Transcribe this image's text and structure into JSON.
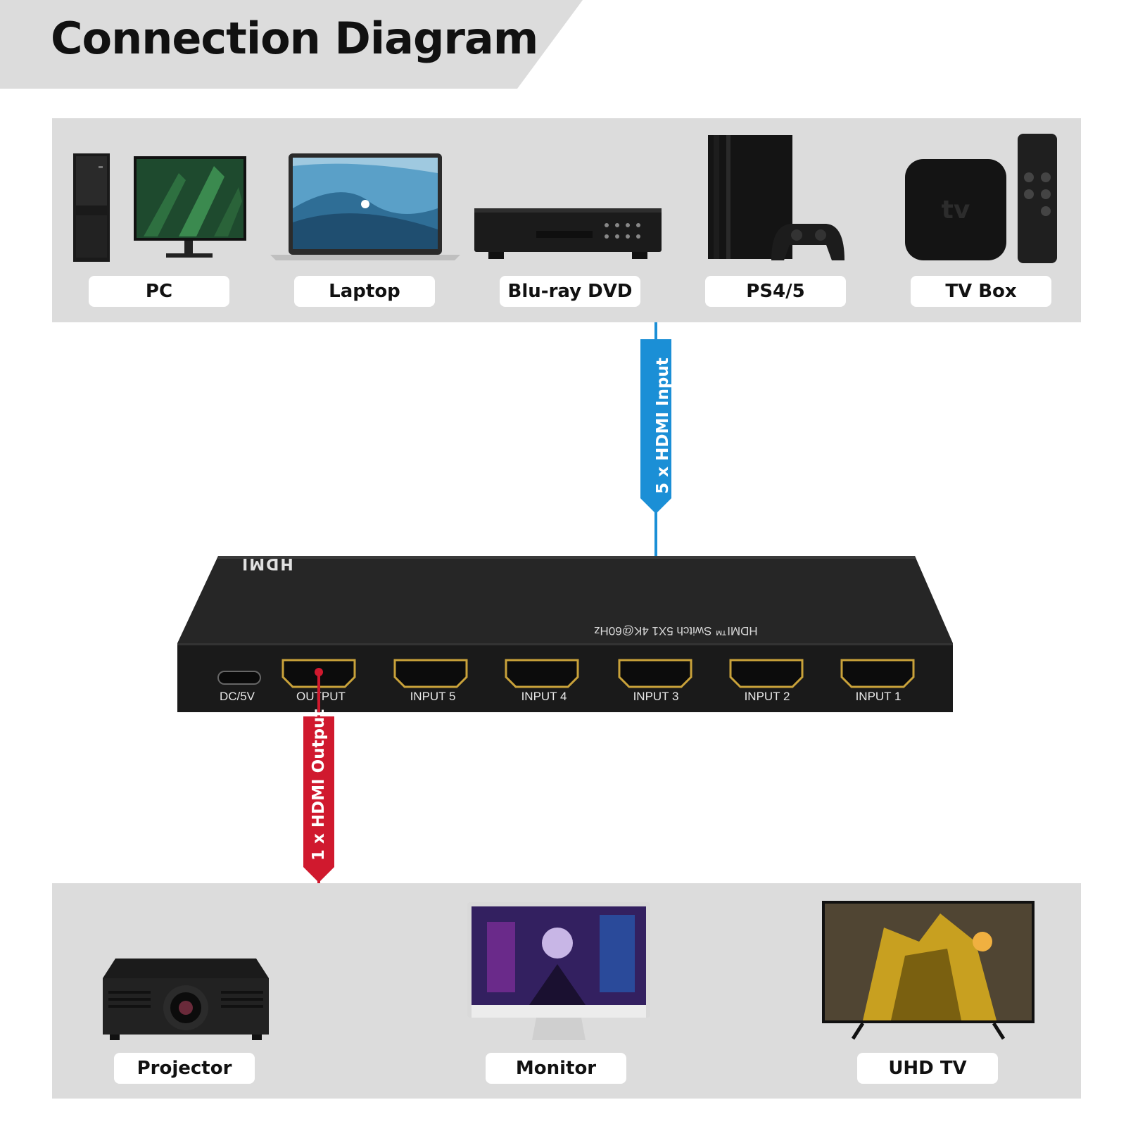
{
  "title": "Connection Diagram",
  "sources": [
    {
      "label": "PC",
      "icon": "pc-icon"
    },
    {
      "label": "Laptop",
      "icon": "laptop-icon"
    },
    {
      "label": "Blu-ray DVD",
      "icon": "bluray-player-icon"
    },
    {
      "label": "PS4/5",
      "icon": "game-console-icon"
    },
    {
      "label": "TV Box",
      "icon": "tv-box-icon"
    }
  ],
  "input_connector_label": "5 x HDMI Input",
  "output_connector_label": "1 x HDMI Output",
  "switch": {
    "logo": "HDMI",
    "model": "HDMI™ Switch 5X1 4K@60Hz",
    "ports": [
      "DC/5V",
      "OUTPUT",
      "INPUT 5",
      "INPUT 4",
      "INPUT 3",
      "INPUT 2",
      "INPUT 1"
    ]
  },
  "displays": [
    {
      "label": "Projector",
      "icon": "projector-icon"
    },
    {
      "label": "Monitor",
      "icon": "monitor-icon"
    },
    {
      "label": "UHD TV",
      "icon": "uhd-tv-icon"
    }
  ],
  "colors": {
    "input_line": "#1b8fd6",
    "output_line": "#d0192e",
    "panel": "#dcdcdc",
    "device_body": "#1e1e1e"
  }
}
